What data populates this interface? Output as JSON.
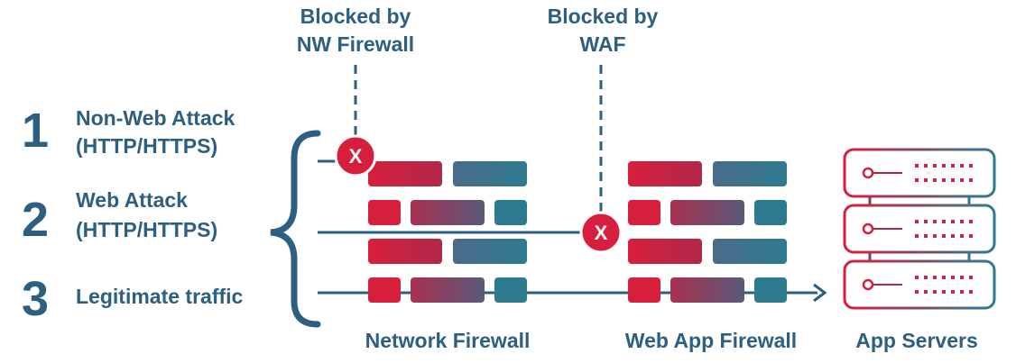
{
  "blocked_labels": {
    "nw_line1": "Blocked by",
    "nw_line2": "NW Firewall",
    "waf_line1": "Blocked by",
    "waf_line2": "WAF"
  },
  "traffic": [
    {
      "number": "1",
      "line1": "Non-Web Attack",
      "line2": "(HTTP/HTTPS)"
    },
    {
      "number": "2",
      "line1": "Web Attack",
      "line2": "(HTTP/HTTPS)"
    },
    {
      "number": "3",
      "line1": "Legitimate traffic",
      "line2": ""
    }
  ],
  "block_mark": "X",
  "components": {
    "network_firewall": "Network Firewall",
    "web_app_firewall": "Web App Firewall",
    "app_servers": "App Servers"
  },
  "colors": {
    "blue": "#2c5f80",
    "red": "#d61f3c",
    "teal": "#2e7b8f"
  }
}
